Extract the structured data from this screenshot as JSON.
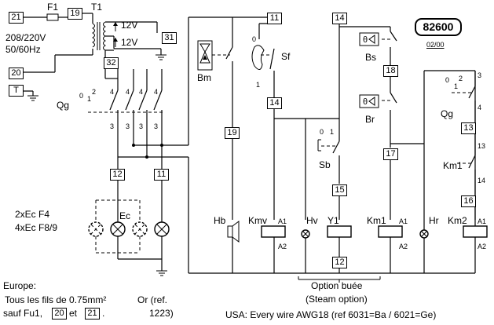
{
  "model_number": "82600",
  "revision": "02/00",
  "supply": {
    "voltage": "208/220V",
    "frequency": "50/60Hz"
  },
  "fuse_label": "F1",
  "transformer": {
    "label": "T1",
    "out1": "12V",
    "out2": "12V"
  },
  "ground_symbol": "T",
  "terminals": {
    "t21": "21",
    "t19a": "19",
    "t31": "31",
    "t32": "32",
    "t20": "20",
    "t12a": "12",
    "t11a": "11",
    "t11b": "11",
    "t14a": "14",
    "t19b": "19",
    "t14b": "14",
    "t15": "15",
    "t12b": "12",
    "t18": "18",
    "t17": "17",
    "t13": "13",
    "t16": "16"
  },
  "components": {
    "Qg_left": "Qg",
    "Bm": "Bm",
    "Sf": "Sf",
    "Sb": "Sb",
    "Bs": "Bs",
    "Br": "Br",
    "Qg_right": "Qg",
    "Km1_contact": "Km1",
    "Hb": "Hb",
    "Kmv": "Kmv",
    "Hv": "Hv",
    "Y1": "Y1",
    "Km1": "Km1",
    "Hr": "Hr",
    "Km2": "Km2",
    "Ec": "Ec"
  },
  "pin_labels": {
    "a1": "A1",
    "a2": "A2"
  },
  "contact_numbers": {
    "qg_left_0": "0",
    "qg_left_1": "1",
    "qg_left_2": "2",
    "qg_4a": "4",
    "qg_4b": "4",
    "qg_4c": "4",
    "qg_4d": "4",
    "qg_3a": "3",
    "qg_3b": "3",
    "qg_3c": "3",
    "qg_3d": "3",
    "sf_0": "0",
    "sf_1": "1",
    "sb_0": "0",
    "sb_1": "1",
    "qg_r_0": "0",
    "qg_r_1": "1",
    "qg_r_2": "2",
    "qg_r_3": "3",
    "qg_r_4": "4",
    "km1_13": "13",
    "km1_14": "14"
  },
  "heater_notes": {
    "line1": "2xEc  F4",
    "line2": "4xEc  F8/9"
  },
  "option_note": {
    "line1": "Option buée",
    "line2": "(Steam option)"
  },
  "footer": {
    "europe_line1": "Europe:",
    "europe_line2_pre": "Tous les fils de 0.75mm²",
    "europe_line3_pre": "sauf Fu1,",
    "ref_20": "20",
    "et": "et",
    "ref_21": "21",
    "period": ".",
    "or_ref_line1": "Or (ref.",
    "or_ref_line2": "1223)",
    "usa": "USA: Every wire AWG18 (ref 6031=Ba / 6021=Ge)"
  }
}
